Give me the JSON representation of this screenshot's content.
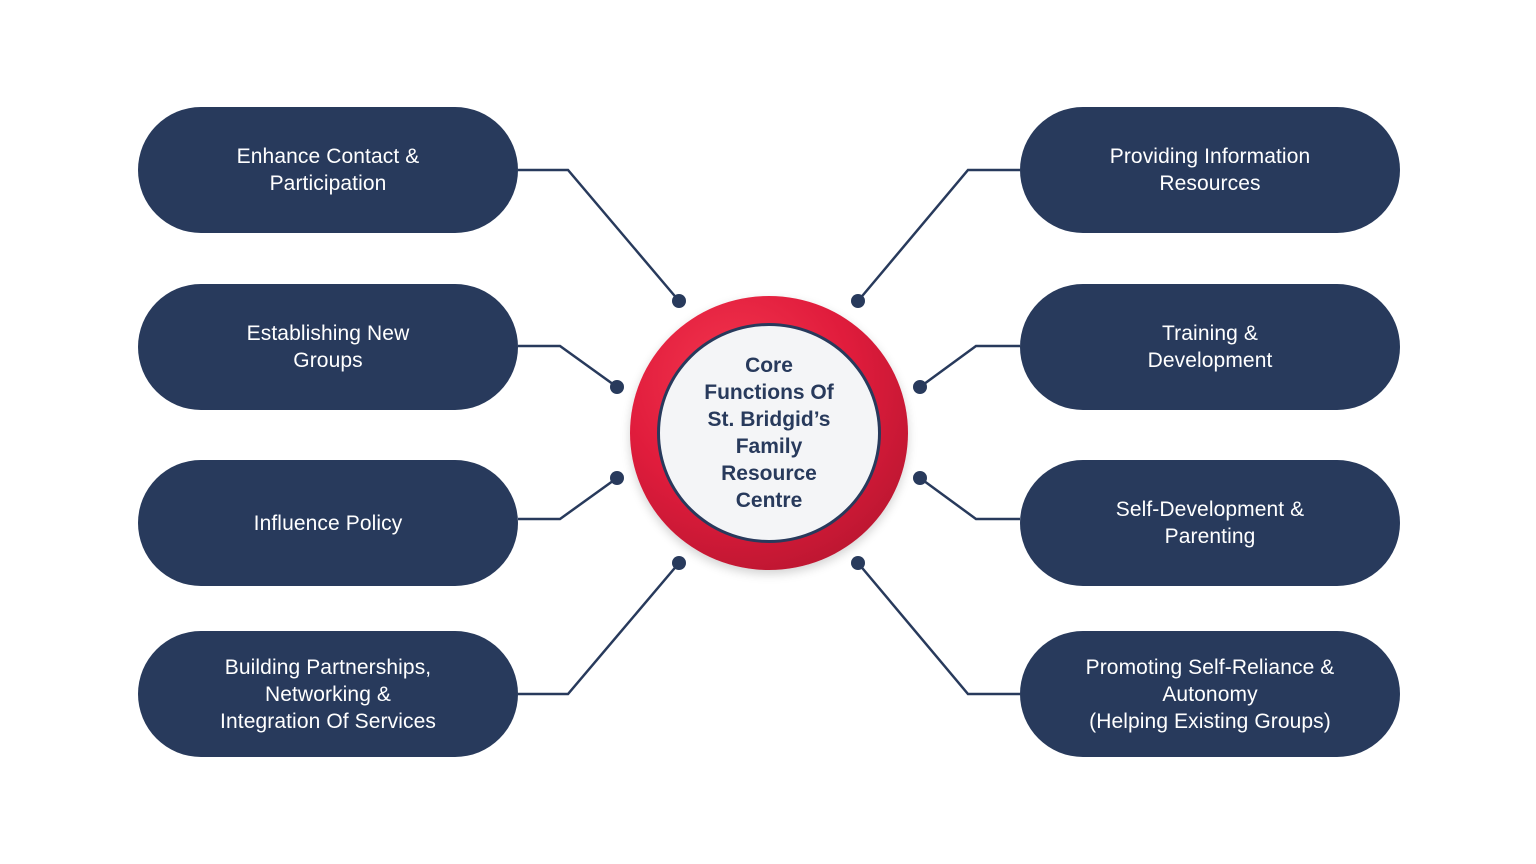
{
  "center": {
    "title": "Core\nFunctions Of\nSt. Bridgid’s\nFamily\nResource\nCentre"
  },
  "left_items": [
    {
      "label": "Enhance Contact &\nParticipation"
    },
    {
      "label": "Establishing New\nGroups"
    },
    {
      "label": "Influence Policy"
    },
    {
      "label": "Building Partnerships,\nNetworking &\nIntegration Of Services"
    }
  ],
  "right_items": [
    {
      "label": "Providing Information\nResources"
    },
    {
      "label": "Training &\nDevelopment"
    },
    {
      "label": "Self-Development &\nParenting"
    },
    {
      "label": "Promoting Self-Reliance &\nAutonomy\n(Helping Existing Groups)"
    }
  ],
  "colors": {
    "pill": "#283a5c",
    "hub_ring": "#e01c3c",
    "connector": "#283a5c"
  }
}
